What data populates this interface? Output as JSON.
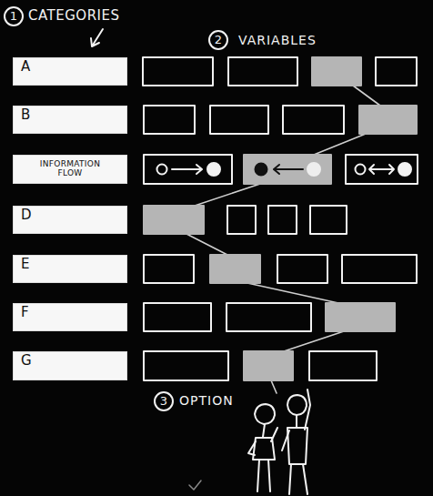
{
  "diagram": {
    "nodes": [
      {
        "text": [
          "A"
        ]
      },
      {
        "text": [
          "B"
        ]
      },
      {
        "text": [
          "INFORMATION FLOW"
        ]
      },
      {
        "text": [
          "D"
        ]
      },
      {
        "text": [
          "E"
        ]
      },
      {
        "text": [
          "F"
        ]
      },
      {
        "text": [
          "G"
        ]
      }
    ],
    "labels": [
      "1",
      "CATEGORIES",
      "2",
      "VARIABLES",
      "3",
      "OPTION"
    ]
  }
}
